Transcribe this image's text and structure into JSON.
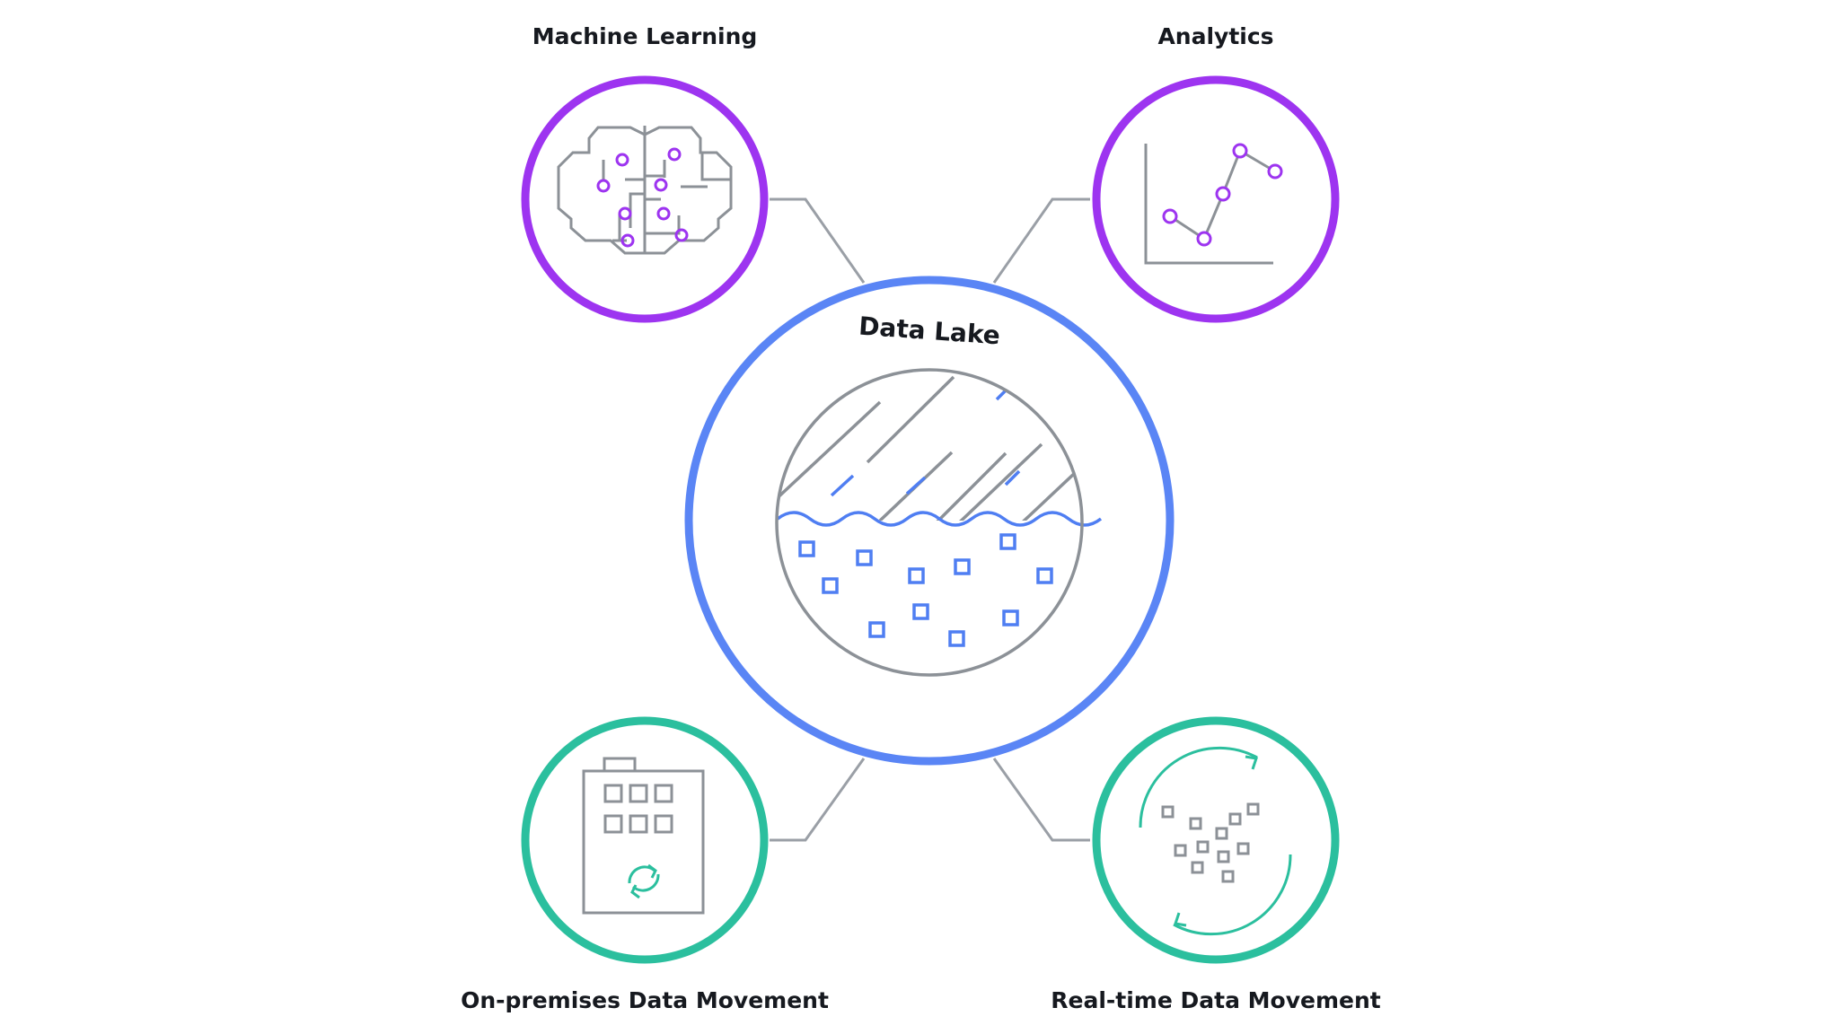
{
  "diagram": {
    "center": {
      "label": "Data Lake"
    },
    "nodes": [
      {
        "id": "machine-learning",
        "label": "Machine Learning",
        "icon": "brain-circuit-icon",
        "ring_color": "#9d34f0"
      },
      {
        "id": "analytics",
        "label": "Analytics",
        "icon": "line-chart-icon",
        "ring_color": "#9d34f0"
      },
      {
        "id": "on-premises",
        "label": "On-premises Data Movement",
        "icon": "building-sync-icon",
        "ring_color": "#2bbf9e"
      },
      {
        "id": "real-time",
        "label": "Real-time Data Movement",
        "icon": "data-cycle-icon",
        "ring_color": "#2bbf9e"
      }
    ],
    "colors": {
      "center_ring": "#5a85f5",
      "connector": "#9a9fa6",
      "icon_stroke": "#8c9197",
      "data_block": "#4f7ef2"
    }
  }
}
